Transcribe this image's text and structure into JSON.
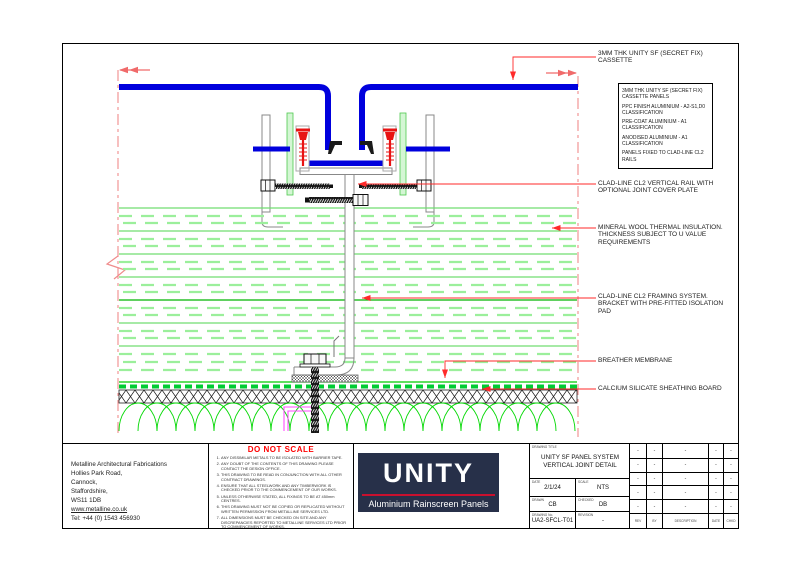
{
  "drawing": {
    "top_annotation": "3MM THK UNITY SF (SECRET FIX)\nCASSETTE",
    "spec_box": {
      "items": [
        "3MM THK UNITY SF (SECRET FIX)\nCASSETTE PANELS",
        "PPC FINISH ALUMINIUM - A2-S1,D0\nCLASSIFICATION",
        "PRE-COAT ALUMINIUM - A1\nCLASSIFICATION",
        "ANODISED ALUMINIUM - A1\nCLASSIFICATION",
        "PANELS FIXED TO CLAD-LINE CL2\nRAILS"
      ]
    },
    "callouts": [
      {
        "text": "CLAD-LINE CL2 VERTICAL RAIL WITH\nOPTIONAL JOINT COVER PLATE"
      },
      {
        "text": "MINERAL WOOL THERMAL INSULATION.\nTHICKNESS SUBJECT TO U VALUE\nREQUIREMENTS"
      },
      {
        "text": "CLAD-LINE CL2 FRAMING SYSTEM.\nBRACKET WITH PRE-FITTED ISOLATION\nPAD"
      },
      {
        "text": "BREATHER MEMBRANE"
      },
      {
        "text": "CALCIUM SILICATE SHEATHING BOARD"
      }
    ]
  },
  "title_block": {
    "company": {
      "name": "Metalline Architectural Fabrications",
      "address": "Hollies Park Road,\nCannock,\nStaffordshire,\nWS11 1DB",
      "website": "www.metalline.co.uk",
      "telephone": "Tel: +44 (0) 1543 456930"
    },
    "scale_warning": {
      "heading": "DO NOT SCALE",
      "notes": [
        "ANY DISSIMILAR METALS TO BE ISOLATED WITH BARRIER TAPE.",
        "ANY DOUBT OF THE CONTENTS OF THIS DRAWING PLEASE CONTACT THE DESIGN OFFICE.",
        "THIS DRAWING TO BE READ IN CONJUNCTION WITH ALL OTHER CONTRACT DRAWINGS.",
        "ENSURE THAT ALL STEELWORK AND ANY TIMBERWORK IS CHECKED PRIOR TO THE COMMENCEMENT OF OUR WORKS.",
        "UNLESS OTHERWISE STATED, ALL FIXINGS TO BE AT 450mm CENTRES.",
        "THIS DRAWING MUST NOT BE COPIED OR REPLICATED WITHOUT WRITTEN PERMISSION FROM METALLINE SERVICES LTD.",
        "ALL DIMENSIONS MUST BE CHECKED ON SITE AND ANY DISCREPANCIES REPORTED TO METALLINE SERVICES LTD PRIOR TO COMMENCEMENT OF WORKS."
      ]
    },
    "logo": {
      "wordmark": "UNITY",
      "tagline": "Aluminium Rainscreen Panels"
    },
    "drawing_title": {
      "label": "DRAWING TITLE",
      "title": "UNITY SF PANEL SYSTEM\nVERTICAL JOINT DETAIL"
    },
    "fields": {
      "date_label": "DATE",
      "date_value": "2/1/24",
      "scale_label": "SCALE",
      "scale_value": "NTS",
      "drawn_label": "DRAWN",
      "drawn_value": "CB",
      "checked_label": "CHECKED",
      "checked_value": "DB",
      "drawing_no_label": "DRAWING No.",
      "drawing_no_value": "UA2-SFCL-T01",
      "revision_label": "REVISION",
      "revision_value": "-"
    },
    "revision_table": {
      "headers": [
        "REV",
        "BY",
        "DESCRIPTION",
        "DATE",
        "CHKD"
      ],
      "rows": [
        [
          "-",
          "-",
          "-",
          "-",
          "-"
        ],
        [
          "-",
          "-",
          "-",
          "-",
          "-"
        ],
        [
          "-",
          "-",
          "-",
          "-",
          "-"
        ],
        [
          "-",
          "-",
          "-",
          "-",
          "-"
        ],
        [
          "-",
          "-",
          "-",
          "-",
          "-"
        ]
      ]
    }
  },
  "colors": {
    "panel_blue": "#0000dd",
    "leader_red": "#ff2a2a",
    "break_line_red": "#f08b8b",
    "insulation_green": "#70dd70",
    "membrane_green": "#00cc00",
    "cavity_magenta": "#ff4dff",
    "logo_navy": "#273049",
    "logo_red": "#c8102e",
    "warning_red": "#ff0000"
  }
}
